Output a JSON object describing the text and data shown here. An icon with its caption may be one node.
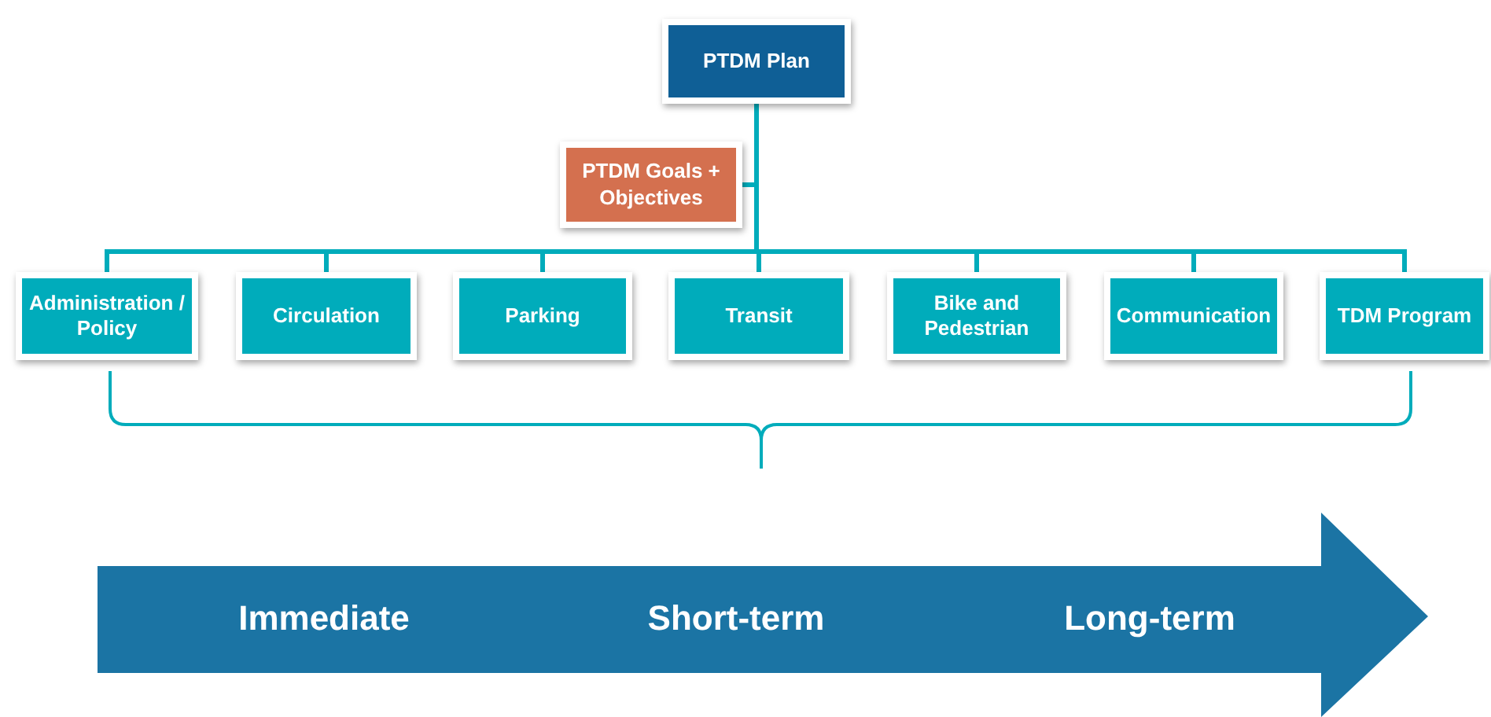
{
  "diagram": {
    "nodes": [
      {
        "text": [
          "PTDM Plan"
        ]
      },
      {
        "text": [
          "PTDM Goals + Objectives"
        ]
      },
      {
        "text": [
          "Administration / Policy"
        ]
      },
      {
        "text": [
          "Circulation"
        ]
      },
      {
        "text": [
          "Parking"
        ]
      },
      {
        "text": [
          "Transit"
        ]
      },
      {
        "text": [
          "Bike and Pedestrian"
        ]
      },
      {
        "text": [
          "Communication"
        ]
      },
      {
        "text": [
          "TDM Program"
        ]
      },
      {
        "text": [
          "Immediate",
          "Short-term",
          "Long-term"
        ]
      }
    ],
    "edges": [
      {
        "from": 0,
        "to": 1,
        "arrow": "none"
      },
      {
        "from": 0,
        "to": 2,
        "arrow": "none"
      },
      {
        "from": 0,
        "to": 3,
        "arrow": "none"
      },
      {
        "from": 0,
        "to": 4,
        "arrow": "none"
      },
      {
        "from": 0,
        "to": 5,
        "arrow": "none"
      },
      {
        "from": 0,
        "to": 6,
        "arrow": "none"
      },
      {
        "from": 0,
        "to": 7,
        "arrow": "none"
      },
      {
        "from": 0,
        "to": 8,
        "arrow": "none"
      }
    ]
  }
}
